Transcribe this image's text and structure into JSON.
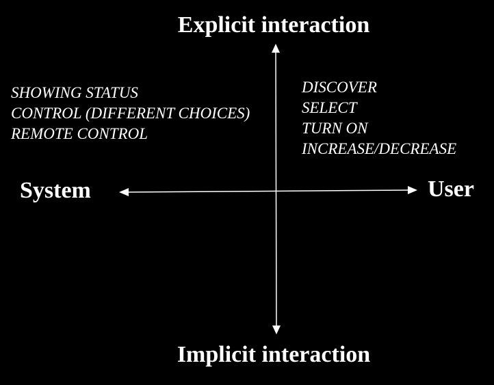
{
  "diagram": {
    "axis_top": "Explicit interaction",
    "axis_bottom": "Implicit interaction",
    "axis_left": "System",
    "axis_right": "User",
    "quadrant_top_left": [
      "SHOWING STATUS",
      "CONTROL (DIFFERENT CHOICES)",
      "REMOTE CONTROL"
    ],
    "quadrant_top_right": [
      "DISCOVER",
      "SELECT",
      "TURN ON",
      "INCREASE/DECREASE"
    ]
  },
  "colors": {
    "background": "#000000",
    "foreground": "#ffffff"
  }
}
